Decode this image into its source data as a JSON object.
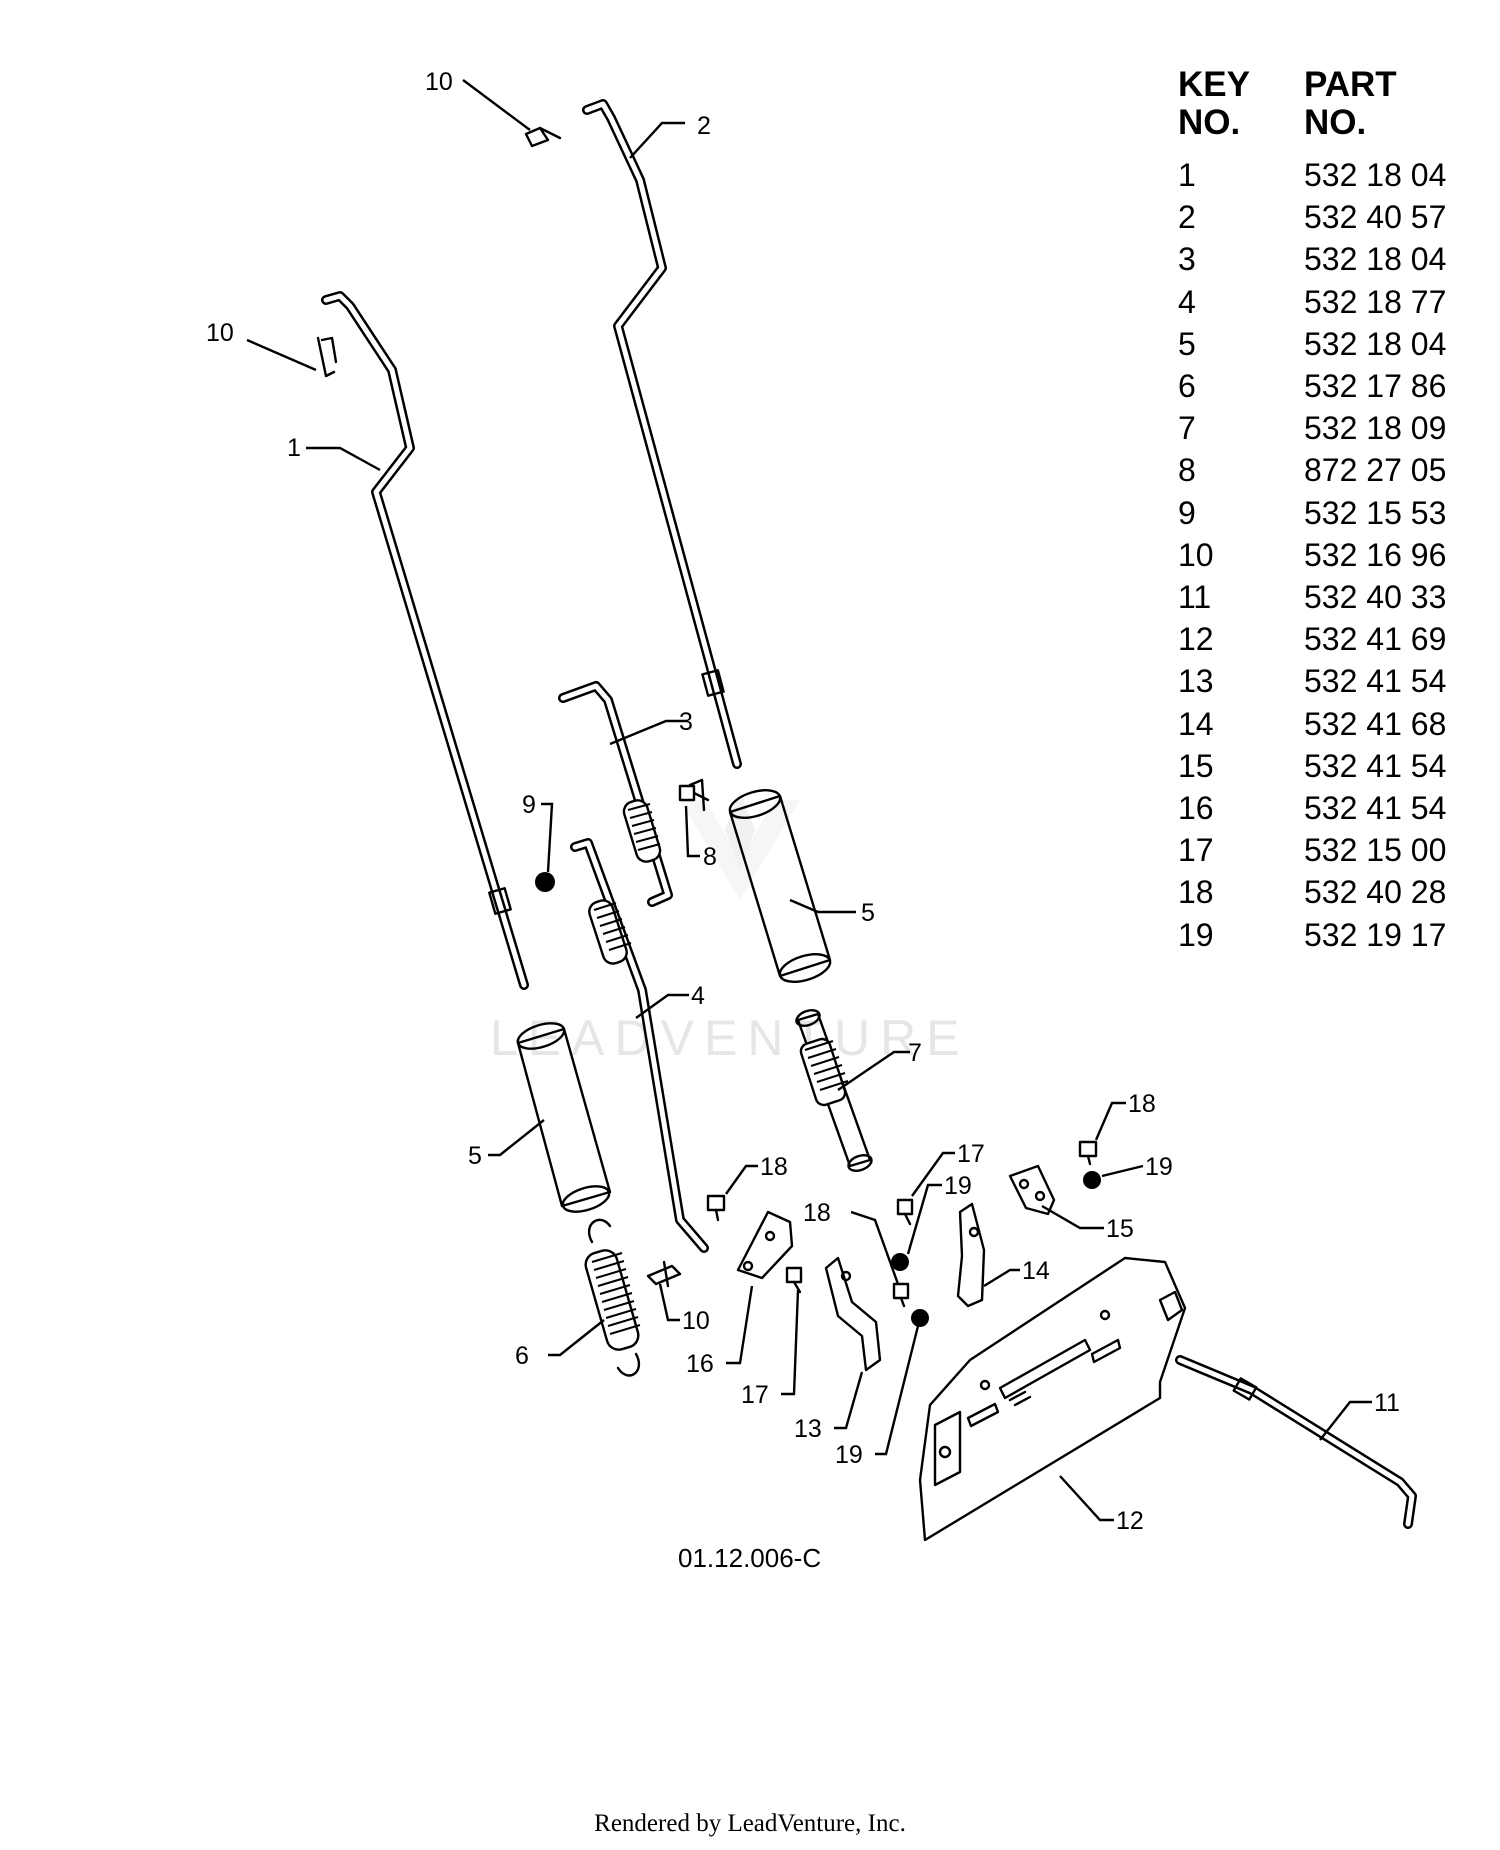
{
  "table": {
    "header_key": [
      "KEY",
      "NO."
    ],
    "header_part": [
      "PART",
      "NO."
    ],
    "rows": [
      {
        "key": "1",
        "part": "532 18 04"
      },
      {
        "key": "2",
        "part": "532 40 57"
      },
      {
        "key": "3",
        "part": "532 18 04"
      },
      {
        "key": "4",
        "part": "532 18 77"
      },
      {
        "key": "5",
        "part": "532 18 04"
      },
      {
        "key": "6",
        "part": "532 17 86"
      },
      {
        "key": "7",
        "part": "532 18 09"
      },
      {
        "key": "8",
        "part": "872 27 05"
      },
      {
        "key": "9",
        "part": "532 15 53"
      },
      {
        "key": "10",
        "part": "532 16 96"
      },
      {
        "key": "11",
        "part": "532 40 33"
      },
      {
        "key": "12",
        "part": "532 41 69"
      },
      {
        "key": "13",
        "part": "532 41 54"
      },
      {
        "key": "14",
        "part": "532 41 68"
      },
      {
        "key": "15",
        "part": "532 41 54"
      },
      {
        "key": "16",
        "part": "532 41 54"
      },
      {
        "key": "17",
        "part": "532 15 00"
      },
      {
        "key": "18",
        "part": "532 40 28"
      },
      {
        "key": "19",
        "part": "532 19 17"
      }
    ]
  },
  "callouts": {
    "c1": "1",
    "c2": "2",
    "c3": "3",
    "c4": "4",
    "c5": "5",
    "c6": "6",
    "c7": "7",
    "c8": "8",
    "c9": "9",
    "c10": "10",
    "c11": "11",
    "c12": "12",
    "c13": "13",
    "c14": "14",
    "c15": "15",
    "c16": "16",
    "c17": "17",
    "c18": "18",
    "c19": "19"
  },
  "watermark": "LEADVENTURE",
  "figure_id": "01.12.006-C",
  "footer": "Rendered by LeadVenture, Inc."
}
